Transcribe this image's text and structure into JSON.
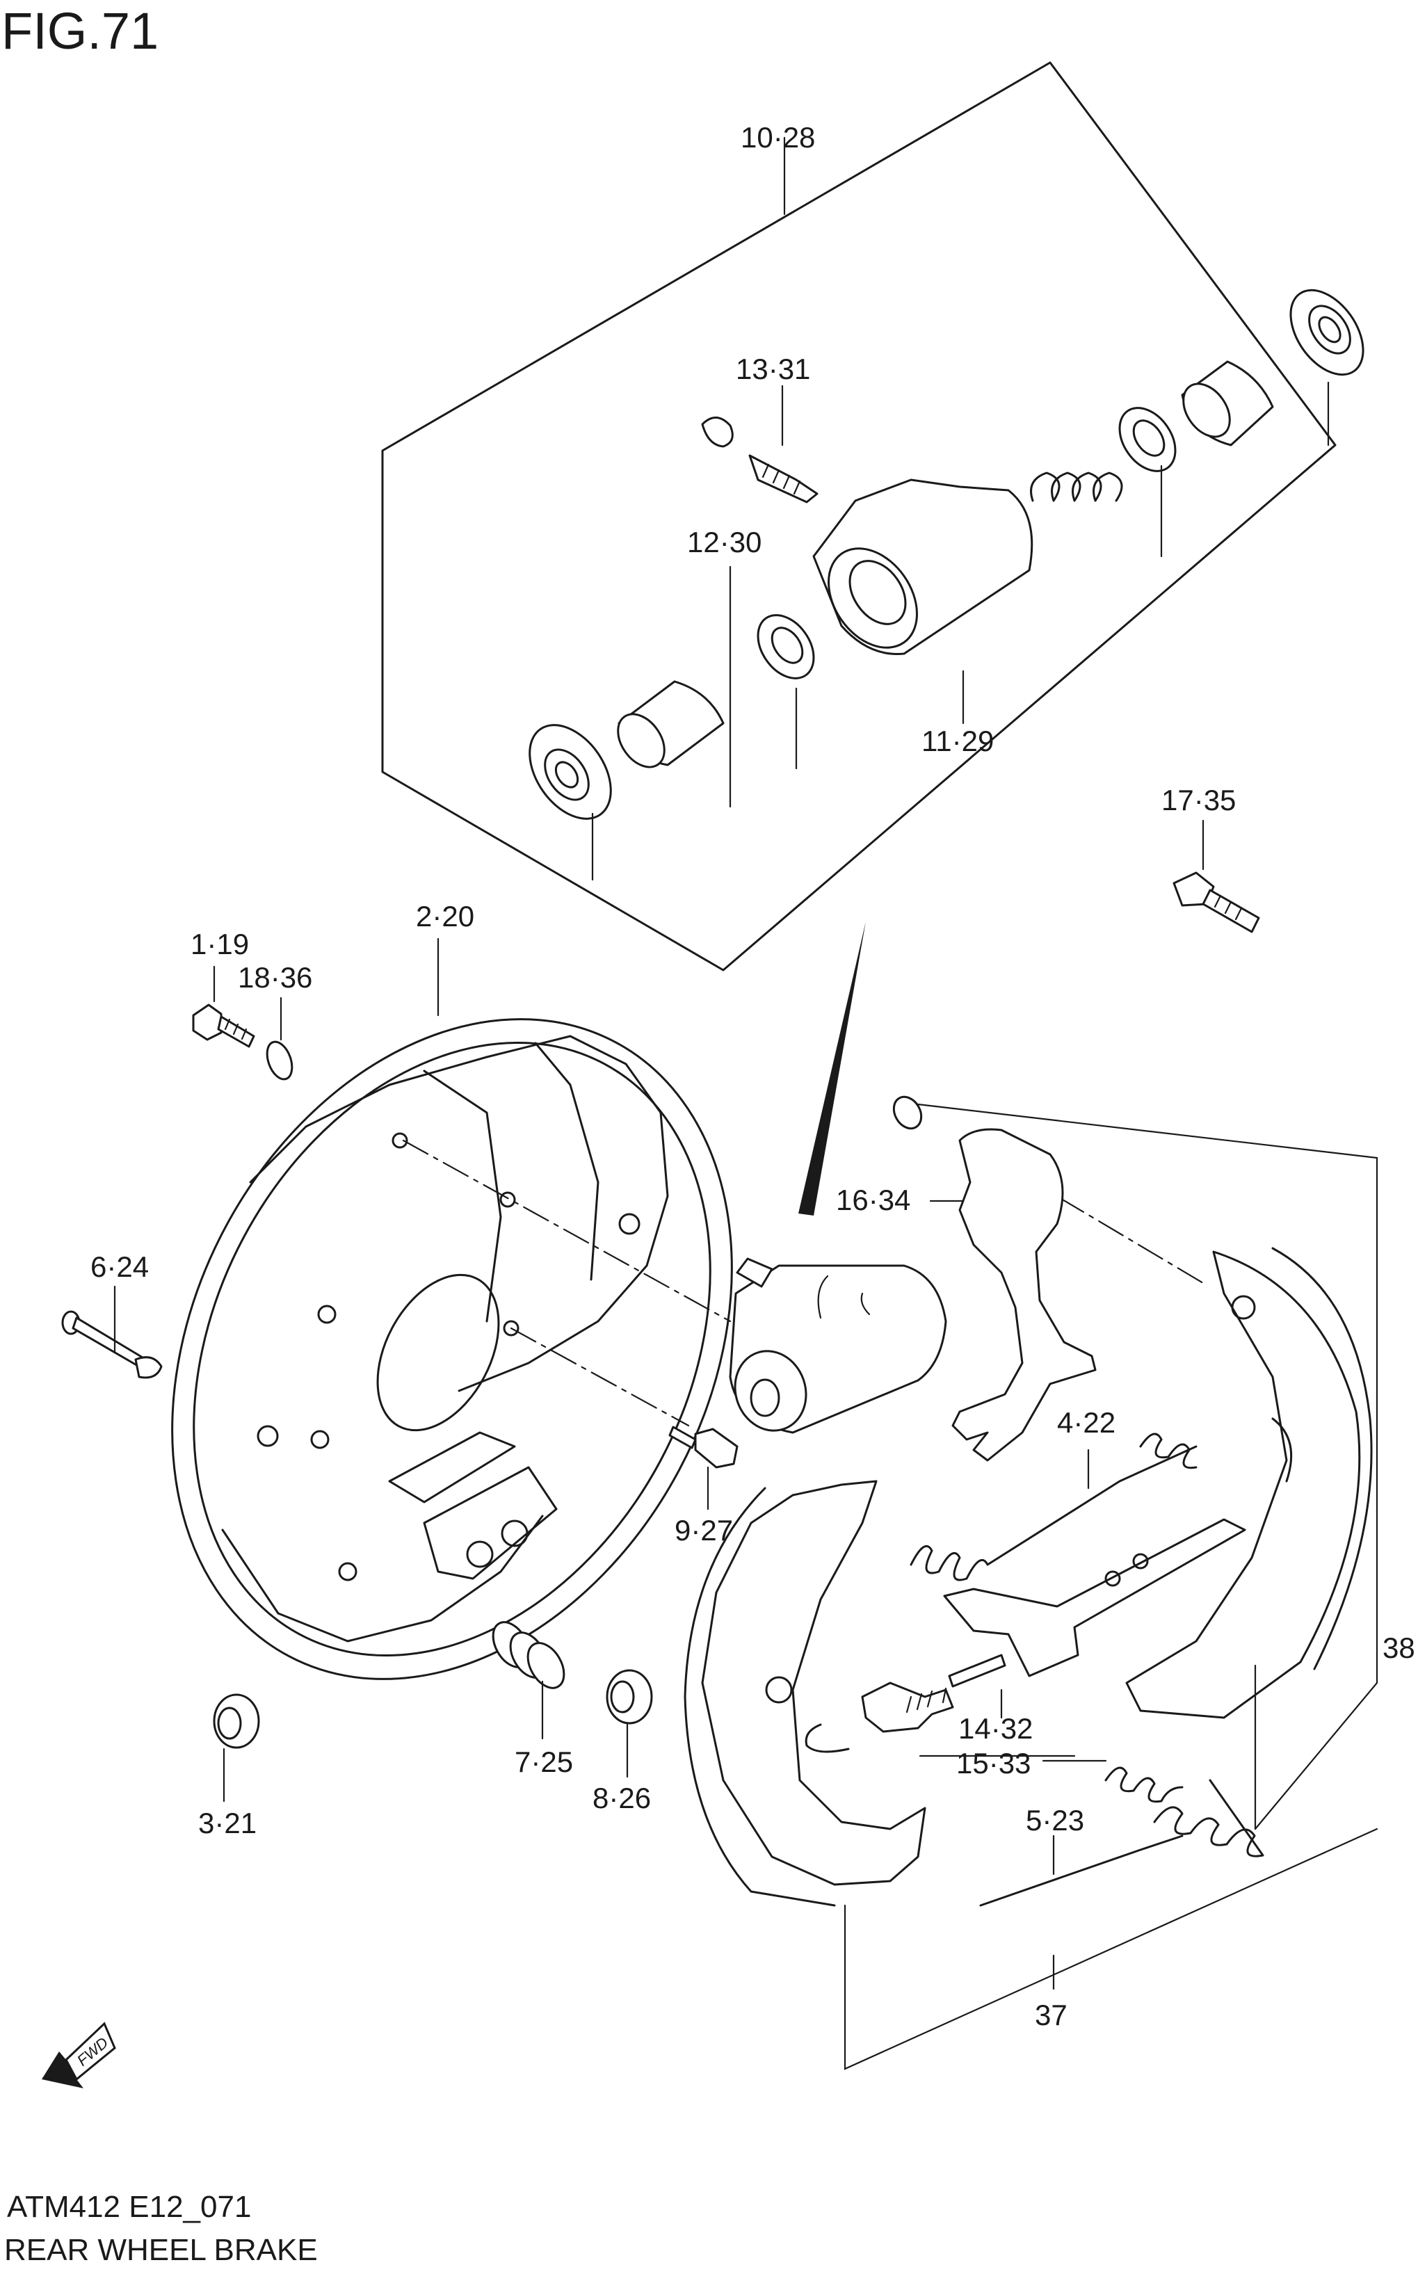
{
  "figure": {
    "title": "FIG.71"
  },
  "footer": {
    "code": "ATM412 E12_071",
    "caption": "REAR WHEEL BRAKE"
  },
  "fwd_badge": "FWD",
  "labels": {
    "l10_28": "10·28",
    "l13_31": "13·31",
    "l12_30": "12·30",
    "l11_29": "11·29",
    "l17_35": "17·35",
    "l2_20": "2·20",
    "l1_19": "1·19",
    "l18_36": "18·36",
    "l6_24": "6·24",
    "l16_34": "16·34",
    "l4_22": "4·22",
    "l9_27": "9·27",
    "l38": "38",
    "l14_32": "14·32",
    "l15_33": "15·33",
    "l7_25": "7·25",
    "l8_26": "8·26",
    "l3_21": "3·21",
    "l5_23": "5·23",
    "l37": "37"
  }
}
